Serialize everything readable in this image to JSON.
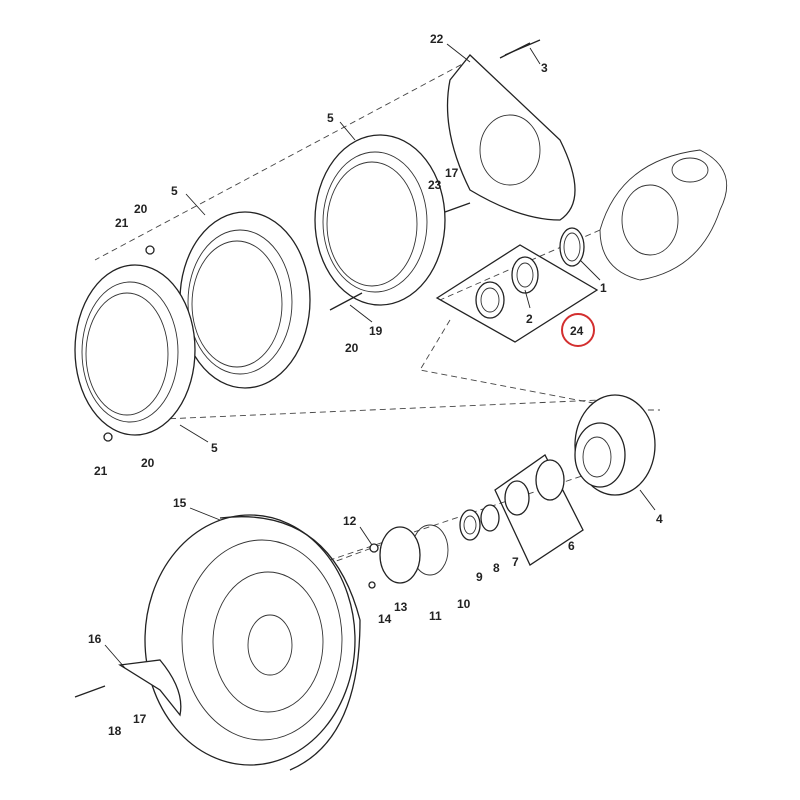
{
  "diagram": {
    "title": "Exploded view of wheel hub assembly",
    "highlight_color": "#d32f2f",
    "highlighted_callout": "24",
    "callouts": {
      "c1": "1",
      "c2": "2",
      "c3": "3",
      "c4": "4",
      "c5a": "5",
      "c5b": "5",
      "c5c": "5",
      "c6": "6",
      "c7": "7",
      "c8": "8",
      "c9": "9",
      "c10": "10",
      "c11": "11",
      "c12": "12",
      "c13": "13",
      "c14": "14",
      "c15": "15",
      "c16": "16",
      "c17a": "17",
      "c17b": "17",
      "c18": "18",
      "c19": "19",
      "c20a": "20",
      "c20b": "20",
      "c20c": "20",
      "c21a": "21",
      "c21b": "21",
      "c22": "22",
      "c23": "23",
      "c24": "24"
    }
  }
}
